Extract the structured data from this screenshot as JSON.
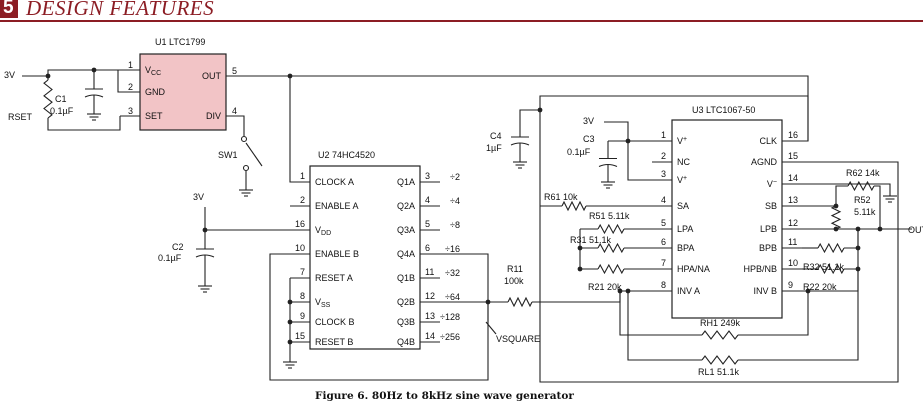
{
  "header": {
    "accent_glyph": "5",
    "title": "DESIGN FEATURES",
    "colors": {
      "accent": "#8c1d24",
      "ic_fill": "#f2c4c6"
    }
  },
  "u1": {
    "title": "U1  LTC1799",
    "pins_left": [
      {
        "num": "1",
        "name": "VCC"
      },
      {
        "num": "2",
        "name": "GND"
      },
      {
        "num": "3",
        "name": "SET"
      }
    ],
    "pins_right": [
      {
        "num": "5",
        "name": "OUT"
      },
      {
        "num": "4",
        "name": "DIV"
      }
    ]
  },
  "u2": {
    "title": "U2  74HC4520",
    "pins_left": [
      {
        "num": "1",
        "name": "CLOCK A"
      },
      {
        "num": "2",
        "name": "ENABLE A"
      },
      {
        "num": "16",
        "name": "VDD"
      },
      {
        "num": "10",
        "name": "ENABLE B"
      },
      {
        "num": "7",
        "name": "RESET A"
      },
      {
        "num": "8",
        "name": "VSS"
      },
      {
        "num": "9",
        "name": "CLOCK B"
      },
      {
        "num": "15",
        "name": "RESET B"
      }
    ],
    "pins_right": [
      {
        "num": "3",
        "name": "Q1A",
        "div": "÷2"
      },
      {
        "num": "4",
        "name": "Q2A",
        "div": "÷4"
      },
      {
        "num": "5",
        "name": "Q3A",
        "div": "÷8"
      },
      {
        "num": "6",
        "name": "Q4A",
        "div": "÷16"
      },
      {
        "num": "11",
        "name": "Q1B",
        "div": "÷32"
      },
      {
        "num": "12",
        "name": "Q2B",
        "div": "÷64"
      },
      {
        "num": "13",
        "name": "Q3B",
        "div": "÷128"
      },
      {
        "num": "14",
        "name": "Q4B",
        "div": "÷256"
      }
    ]
  },
  "u3": {
    "title": "U3  LTC1067-50",
    "pins_left": [
      {
        "num": "1",
        "name": "V+"
      },
      {
        "num": "2",
        "name": "NC"
      },
      {
        "num": "3",
        "name": "V+"
      },
      {
        "num": "4",
        "name": "SA"
      },
      {
        "num": "5",
        "name": "LPA"
      },
      {
        "num": "6",
        "name": "BPA"
      },
      {
        "num": "7",
        "name": "HPA/NA"
      },
      {
        "num": "8",
        "name": "INV A"
      }
    ],
    "pins_right": [
      {
        "num": "16",
        "name": "CLK"
      },
      {
        "num": "15",
        "name": "AGND"
      },
      {
        "num": "14",
        "name": "V-"
      },
      {
        "num": "13",
        "name": "SB"
      },
      {
        "num": "12",
        "name": "LPB"
      },
      {
        "num": "11",
        "name": "BPB"
      },
      {
        "num": "10",
        "name": "HPB/NB"
      },
      {
        "num": "9",
        "name": "INV B"
      }
    ]
  },
  "labels": {
    "v3_main": "3V",
    "v3_u2": "3V",
    "v3_u3": "3V",
    "c1": "C1",
    "c1_val": "0.1µF",
    "rset": "RSET",
    "sw1": "SW1",
    "c2": "C2",
    "c2_val": "0.1µF",
    "c3": "C3",
    "c3_val": "0.1µF",
    "c4": "C4",
    "c4_val": "1µF",
    "r61": "R61  10k",
    "r51": "R51  5.11k",
    "r31": "R31  51.1k",
    "r21": "R21  20k",
    "r11": "R11",
    "r11_val": "100k",
    "vsquare": "VSQUARE",
    "rh1": "RH1  249k",
    "rl1": "RL1  51.1k",
    "r62": "R62  14k",
    "r52": "R52",
    "r52_val": "5.11k",
    "r32": "R32  51.1k",
    "r22": "R22  20k",
    "out": "OUT"
  },
  "caption": "Figure 6. 80Hz to 8kHz sine wave generator"
}
